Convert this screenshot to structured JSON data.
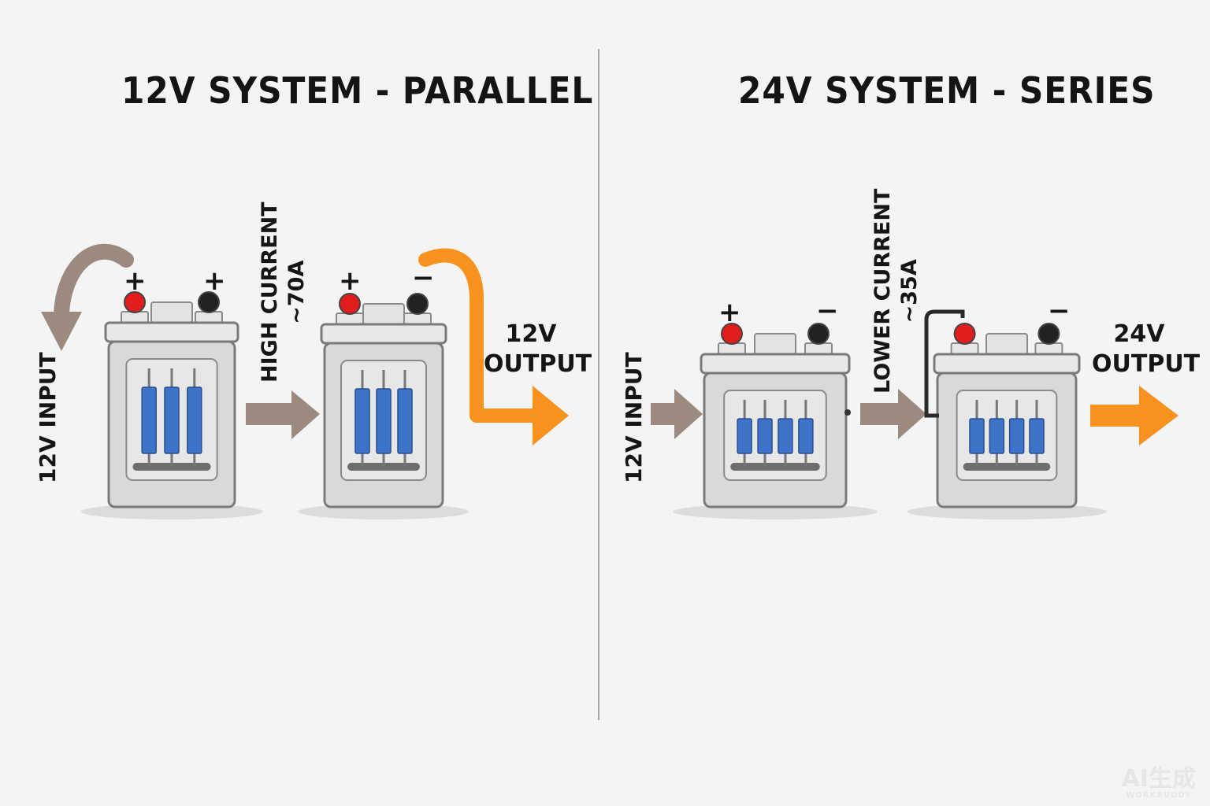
{
  "left_panel": {
    "title": "12V SYSTEM - PARALLEL",
    "input_label": "12V INPUT",
    "current_label_line1": "HIGH CURRENT",
    "current_label_line2": "~70A",
    "output_label_line1": "12V",
    "output_label_line2": "OUTPUT",
    "battery1_signs": [
      "+",
      "+"
    ],
    "battery2_signs": [
      "+",
      "−"
    ],
    "cells_per_battery": 3
  },
  "right_panel": {
    "title": "24V SYSTEM - SERIES",
    "input_label": "12V INPUT",
    "current_label_line1": "LOWER CURRENT",
    "current_label_line2": "~35A",
    "output_label_line1": "24V",
    "output_label_line2": "OUTPUT",
    "battery1_signs": [
      "+",
      "−"
    ],
    "battery2_signs": [
      "−"
    ],
    "cells_per_battery": 4
  },
  "watermark": {
    "line1": "AI生成",
    "line2": "WORKBUDDY"
  },
  "colors": {
    "background": "#f4f4f4",
    "divider": "#a8a8a8",
    "arrow_gray": "#9c8a7e",
    "arrow_orange": "#f7921e",
    "terminal_red": "#e01e1e",
    "terminal_black": "#222222",
    "cell_blue": "#3d73c8",
    "battery_body": "#d9d9d9"
  }
}
